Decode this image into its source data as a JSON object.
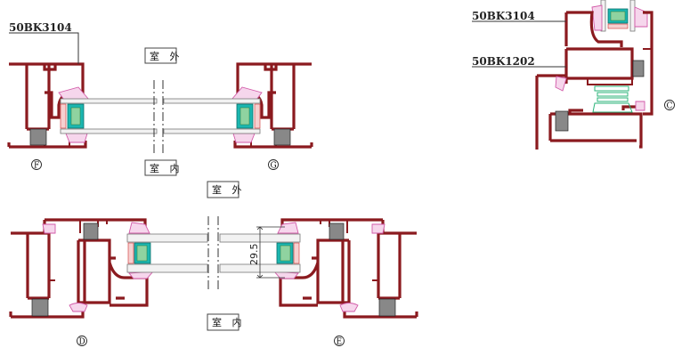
{
  "drawing": {
    "part_labels": {
      "frame_profile": "50BK3104",
      "sash_profile": "50BK1202"
    },
    "room_labels": {
      "outdoor": "室 外",
      "indoor": "室 内"
    },
    "section_markers": [
      "F",
      "G",
      "D",
      "E",
      "C"
    ],
    "dimension": "29.5",
    "colors": {
      "profile": "#8b1a1f",
      "gasket": "#d25aa8",
      "spacer": "#1bb6b0",
      "nylon": "#2bb37a"
    }
  }
}
